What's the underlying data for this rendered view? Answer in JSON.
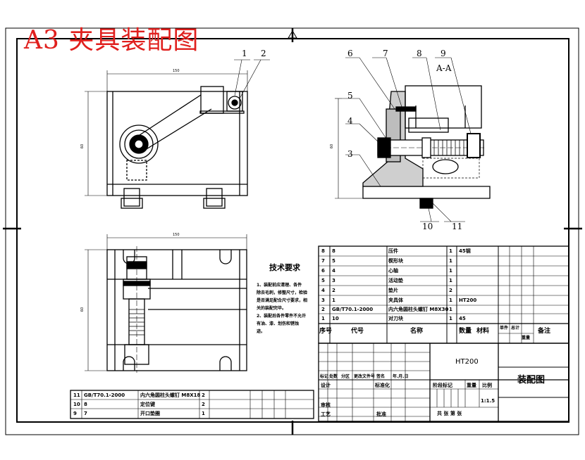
{
  "title": "A3 夹具装配图",
  "section_label": "A-A",
  "balloons": [
    "1",
    "2",
    "3",
    "4",
    "5",
    "6",
    "7",
    "8",
    "9",
    "10",
    "11"
  ],
  "dimensions": {
    "top_width": "150",
    "top_height": "60",
    "side_height": "60",
    "bottom_width": "150",
    "bottom_height": "60"
  },
  "technical_requirements": {
    "title": "技术要求",
    "lines": [
      "1、装配前应清理、各件",
      "除去毛刺，修整尺寸，检验",
      "是否满足配合尺寸要求，相",
      "关的装配完毕。",
      "2、装配后各件零件不允许",
      "有油、漆、划伤和锈蚀",
      "迹。"
    ]
  },
  "bom_upper": [
    {
      "seq": "8",
      "code": "8",
      "name": "压件",
      "qty": "1",
      "material": "45钢"
    },
    {
      "seq": "7",
      "code": "5",
      "name": "楔形块",
      "qty": "1",
      "material": ""
    },
    {
      "seq": "6",
      "code": "4",
      "name": "心轴",
      "qty": "1",
      "material": ""
    },
    {
      "seq": "5",
      "code": "3",
      "name": "活动垫",
      "qty": "1",
      "material": ""
    },
    {
      "seq": "4",
      "code": "2",
      "name": "垫片",
      "qty": "2",
      "material": ""
    },
    {
      "seq": "3",
      "code": "1",
      "name": "夹具体",
      "qty": "1",
      "material": "HT200"
    },
    {
      "seq": "2",
      "code": "GB/T70.1-2000",
      "name": "内六角圆柱头螺钉 M8X30",
      "qty": "1",
      "material": ""
    },
    {
      "seq": "1",
      "code": "10",
      "name": "对刀块",
      "qty": "1",
      "material": "45"
    }
  ],
  "bom_header": {
    "seq": "序号",
    "code": "代号",
    "name": "名称",
    "qty": "数量",
    "material": "材料",
    "single": "单件",
    "total": "总计",
    "weight": "重量",
    "remark": "备注"
  },
  "bom_lower": [
    {
      "seq": "11",
      "code": "GB/T70.1-2000",
      "name": "内六角圆柱头螺钉 M8X18",
      "qty": "2"
    },
    {
      "seq": "10",
      "code": "8",
      "name": "定位键",
      "qty": "2"
    },
    {
      "seq": "9",
      "code": "7",
      "name": "开口垫圈",
      "qty": "1"
    }
  ],
  "title_block": {
    "material": "HT200",
    "drawing_name": "装配图",
    "rev_row": [
      "标记",
      "处数",
      "分区",
      "更改文件号",
      "签名",
      "年.月.日"
    ],
    "design": "设计",
    "standardization": "标准化",
    "stage": "阶段标记",
    "weight": "重量",
    "scale_label": "比例",
    "scale": "1:1.5",
    "review": "审核",
    "process": "工艺",
    "approve": "批准",
    "sheets": "共   张   第   张"
  }
}
